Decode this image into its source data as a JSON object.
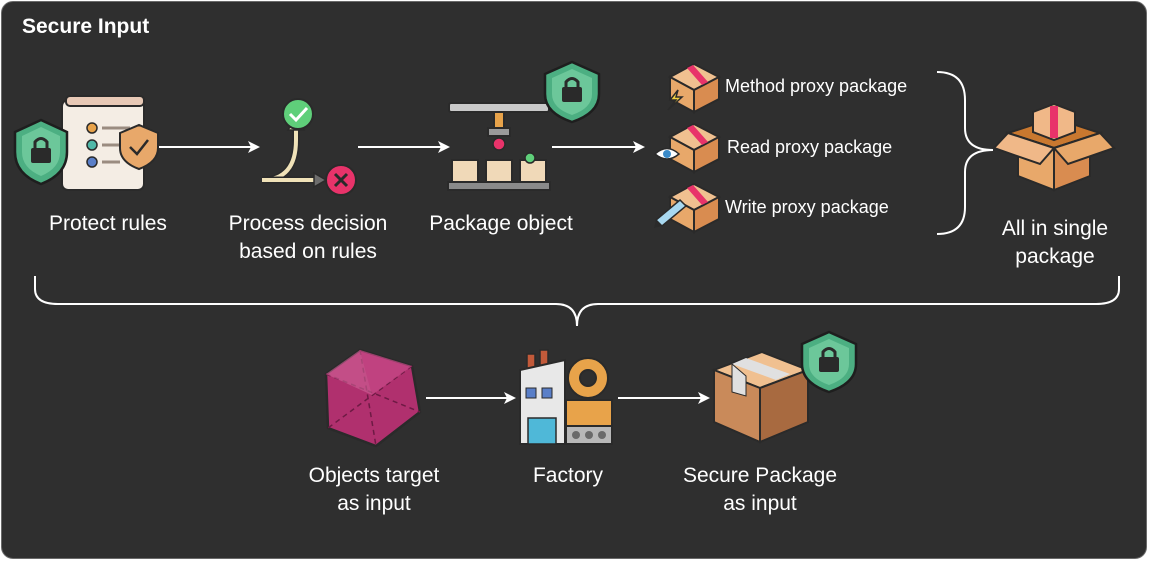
{
  "title": "Secure Input",
  "top_flow": {
    "protect_rules": "Protect rules",
    "process_decision_line1": "Process decision",
    "process_decision_line2": "based on rules",
    "package_object": "Package object"
  },
  "proxies": {
    "method": "Method proxy package",
    "read": "Read proxy package",
    "write": "Write proxy package"
  },
  "all_in_single_line1": "All in single",
  "all_in_single_line2": "package",
  "bottom_flow": {
    "objects_target_line1": "Objects target",
    "objects_target_line2": "as input",
    "factory": "Factory",
    "secure_package_line1": "Secure Package",
    "secure_package_line2": "as input"
  },
  "colors": {
    "background": "#2f2f2f",
    "shield": "#4caf82",
    "box": "#e8a86a",
    "gem": "#b0306e",
    "check": "#5fcf7a",
    "cross": "#e8336a"
  }
}
